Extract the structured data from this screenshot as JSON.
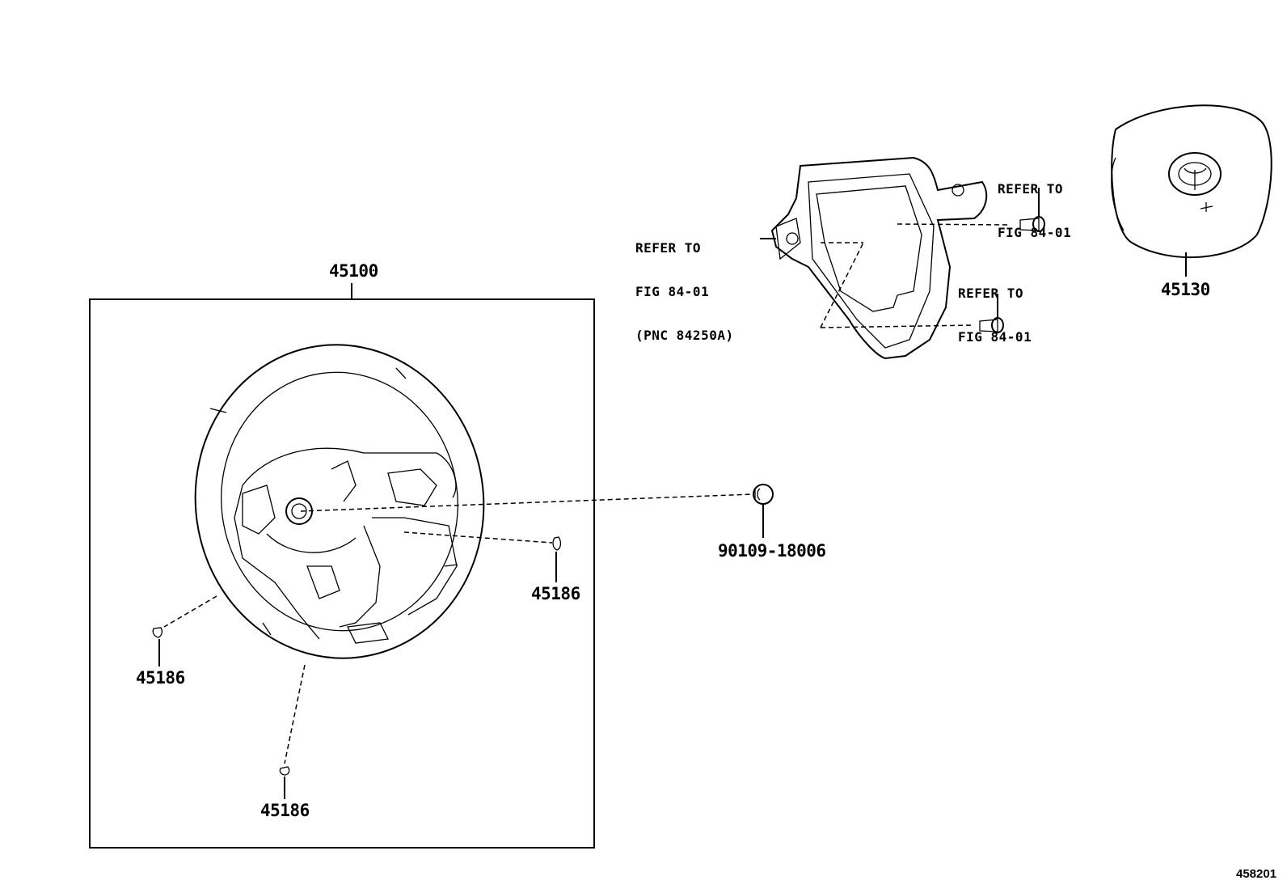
{
  "labels": {
    "steering_wheel": "45100",
    "airbag": "45130",
    "bolt": "90109-18006",
    "plug_right": "45186",
    "plug_left": "45186",
    "plug_bottom": "45186",
    "refer_left": [
      "REFER TO",
      "FIG 84-01",
      "(PNC 84250A)"
    ],
    "refer_top_right": [
      "REFER TO",
      "FIG 84-01"
    ],
    "refer_mid_right": [
      "REFER TO",
      "FIG 84-01"
    ],
    "figure_number": "458201"
  },
  "colors": {
    "line": "#000000",
    "background": "#ffffff"
  }
}
